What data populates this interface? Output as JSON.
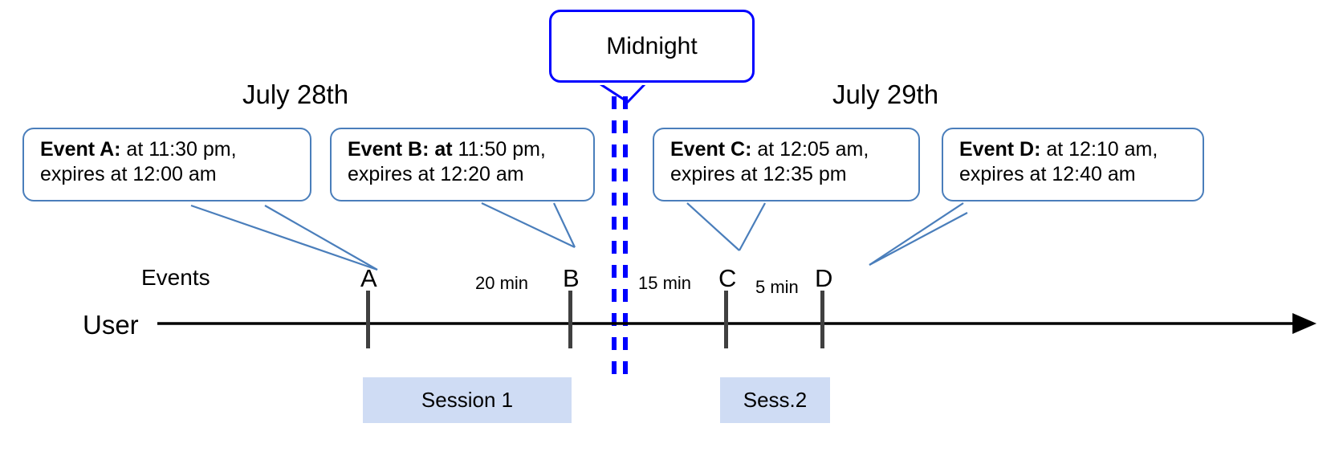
{
  "diagram": {
    "title_boxes": {
      "midnight": "Midnight"
    },
    "day_labels": [
      {
        "id": "july-28",
        "text": "July 28th"
      },
      {
        "id": "july-29",
        "text": "July 29th"
      }
    ],
    "row_labels": [
      {
        "id": "events",
        "text": "Events"
      },
      {
        "id": "user",
        "text": "User"
      }
    ],
    "events": [
      {
        "letter": "A",
        "title": "Event A:",
        "title_extra": "",
        "body1": " at 11:30 pm,",
        "body2": "expires at 12:00 am"
      },
      {
        "letter": "B",
        "title": "Event B: at",
        "title_extra": "",
        "body1": " 11:50 pm,",
        "body2": "expires at 12:20 am"
      },
      {
        "letter": "C",
        "title": "Event C:",
        "title_extra": "",
        "body1": " at 12:05 am,",
        "body2": "expires at 12:35 pm"
      },
      {
        "letter": "D",
        "title": "Event D:",
        "title_extra": "",
        "body1": "  at 12:10 am,",
        "body2": "expires at 12:40 am"
      }
    ],
    "gaps": [
      {
        "id": "a-to-b",
        "text": "20 min"
      },
      {
        "id": "b-to-c",
        "text": "15 min"
      },
      {
        "id": "c-to-d",
        "text": "5 min"
      }
    ],
    "sessions": [
      {
        "id": "session-1",
        "text": "Session 1"
      },
      {
        "id": "session-2",
        "text": "Sess.2"
      }
    ],
    "colors": {
      "callout_border": "#4a7ebb",
      "midnight_border": "#0000ff",
      "session_fill": "#cfdcf4",
      "tick": "#404040",
      "axis": "#000000",
      "leader_line": "#4a7ebb"
    }
  }
}
